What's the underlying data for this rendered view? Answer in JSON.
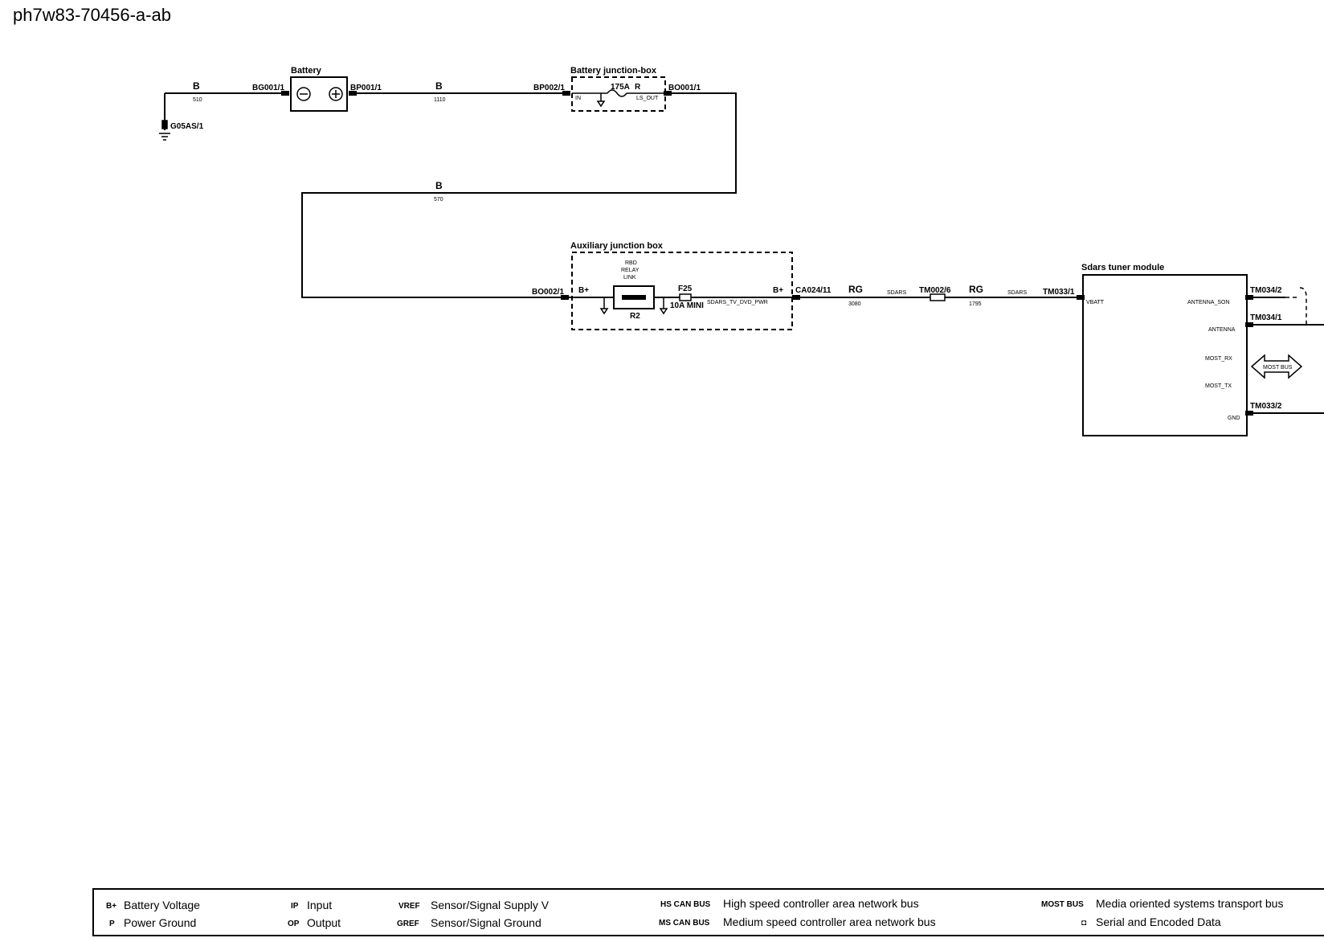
{
  "doc_id": "ph7w83-70456-a-ab",
  "components": {
    "battery": {
      "title": "Battery",
      "left_conn": "BG001/1",
      "right_conn": "BP001/1"
    },
    "ground": {
      "label": "G05AS/1"
    },
    "battery_junction_box": {
      "title": "Battery junction-box",
      "in_conn": "BP002/1",
      "out_conn": "BO001/1",
      "fuse_rating": "175A",
      "fuse_code": "R",
      "pin_in": "IN",
      "pin_out": "LS_OUT"
    },
    "auxiliary_junction_box": {
      "title": "Auxiliary junction box",
      "in_conn": "BO002/1",
      "in_pin": "B+",
      "relay_line1": "RBD",
      "relay_line2": "RELAY",
      "relay_line3": "LINK",
      "relay_ref": "R2",
      "fuse_id": "F25",
      "fuse_rating": "10A MINI",
      "circuit": "SDARS_TV_DVD_PWR",
      "out_pin": "B+",
      "out_conn": "CA024/11"
    },
    "sdars_tuner_module": {
      "title": "Sdars tuner module",
      "in_conn": "TM033/1",
      "pin_vbatt": "VBATT",
      "pin_antenna_son": "ANTENNA_SON",
      "conn_antenna_son": "TM034/2",
      "pin_antenna": "ANTENNA",
      "conn_antenna": "TM034/1",
      "pin_most_rx": "MOST_RX",
      "pin_most_tx": "MOST_TX",
      "most_bus": "MOST BUS",
      "pin_gnd": "GND",
      "conn_gnd": "TM033/2"
    }
  },
  "wires": {
    "w1": {
      "color": "B",
      "num": "510"
    },
    "w2": {
      "color": "B",
      "num": "1110"
    },
    "w3": {
      "color": "B",
      "num": "570"
    },
    "w4": {
      "color": "RG",
      "num": "3080",
      "signal": "SDARS"
    },
    "inline_conn": "TM002/6",
    "w5": {
      "color": "RG",
      "num": "1795",
      "signal": "SDARS"
    }
  },
  "legend": [
    {
      "abbr": "B+",
      "text": "Battery Voltage"
    },
    {
      "abbr": "P",
      "text": "Power Ground"
    },
    {
      "abbr": "IP",
      "text": "Input"
    },
    {
      "abbr": "OP",
      "text": "Output"
    },
    {
      "abbr": "VREF",
      "text": "Sensor/Signal Supply V"
    },
    {
      "abbr": "GREF",
      "text": "Sensor/Signal Ground"
    },
    {
      "abbr": "HS CAN BUS",
      "text": "High speed controller area network bus"
    },
    {
      "abbr": "MS CAN BUS",
      "text": "Medium speed controller area network bus"
    },
    {
      "abbr": "MOST BUS",
      "text": "Media oriented systems transport bus"
    },
    {
      "abbr": "◘",
      "text": "Serial and Encoded Data"
    }
  ]
}
